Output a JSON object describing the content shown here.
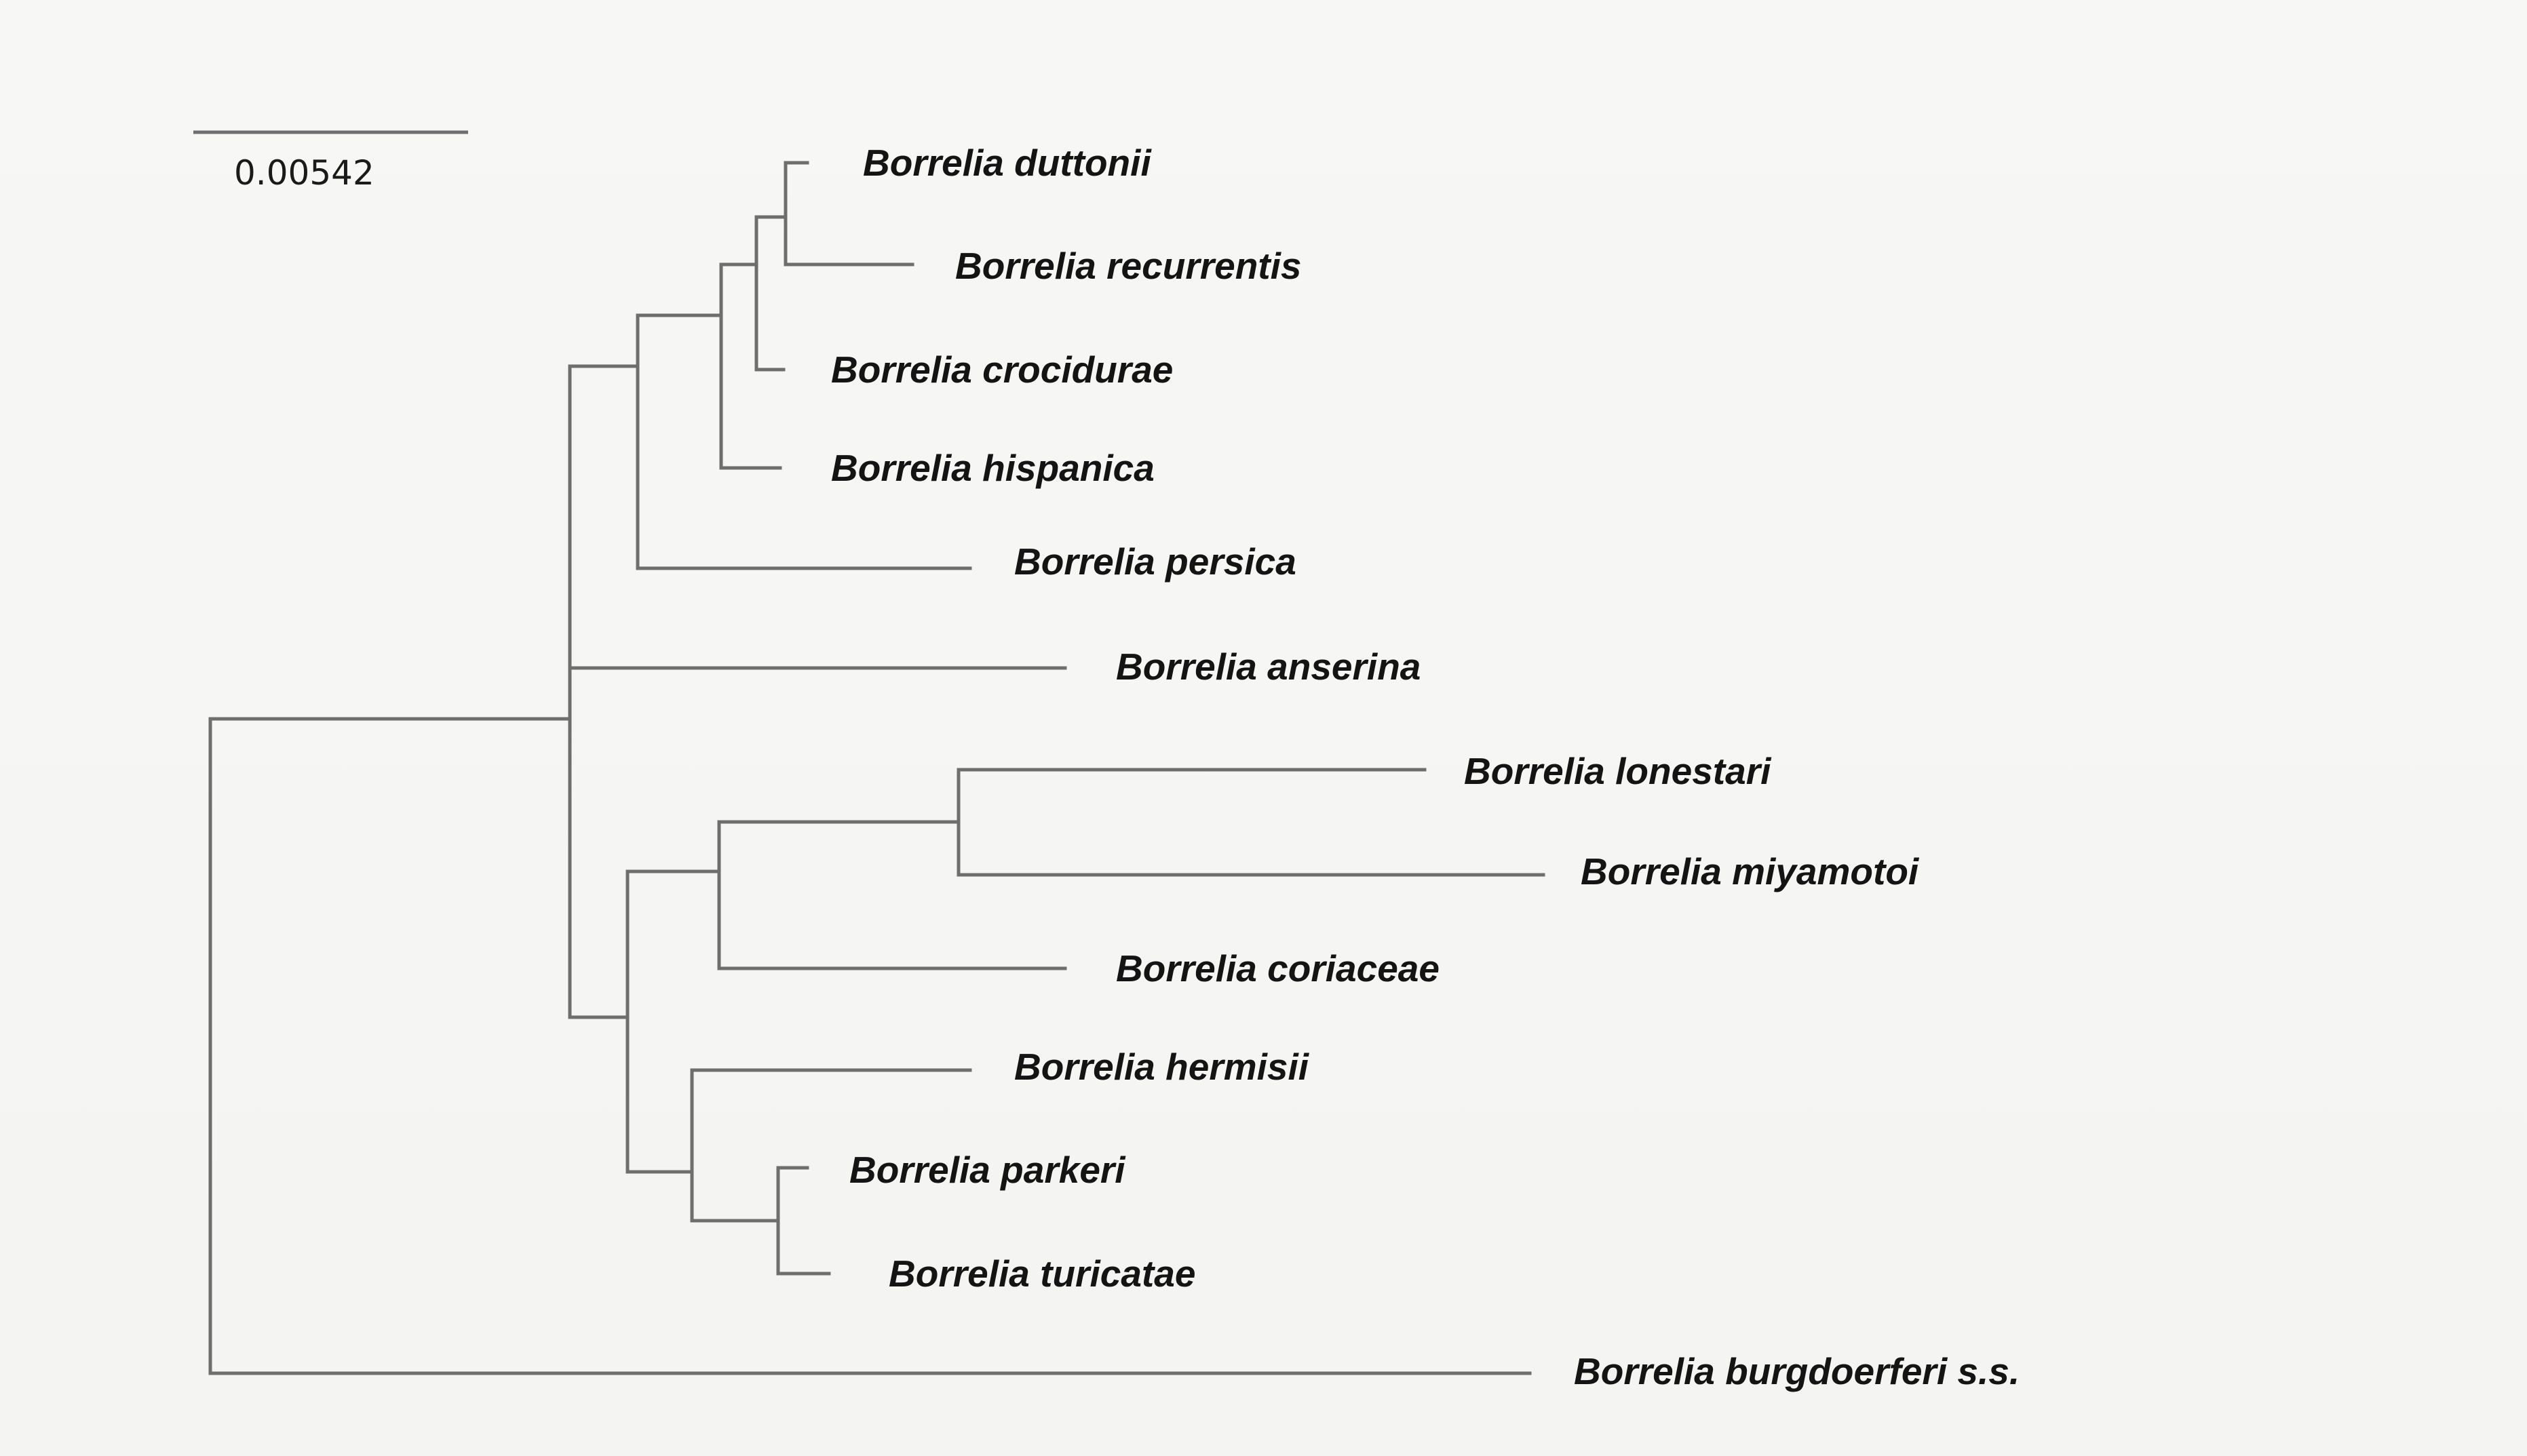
{
  "scale_bar": {
    "label": "0.00542"
  },
  "taxa": [
    {
      "id": "duttonii",
      "label": "Borrelia duttonii"
    },
    {
      "id": "recurrentis",
      "label": "Borrelia recurrentis"
    },
    {
      "id": "crocidurae",
      "label": "Borrelia crocidurae"
    },
    {
      "id": "hispanica",
      "label": "Borrelia hispanica"
    },
    {
      "id": "persica",
      "label": "Borrelia persica"
    },
    {
      "id": "anserina",
      "label": "Borrelia anserina"
    },
    {
      "id": "lonestari",
      "label": "Borrelia lonestari"
    },
    {
      "id": "miyamotoi",
      "label": "Borrelia miyamotoi"
    },
    {
      "id": "coriaceae",
      "label": "Borrelia coriaceae"
    },
    {
      "id": "hermsii",
      "label": "Borrelia hermisii"
    },
    {
      "id": "parkeri",
      "label": "Borrelia parkeri"
    },
    {
      "id": "turicatae",
      "label": "Borrelia turicatae"
    },
    {
      "id": "burgdorferi",
      "label": "Borrelia burgdoerferi s.s."
    }
  ]
}
